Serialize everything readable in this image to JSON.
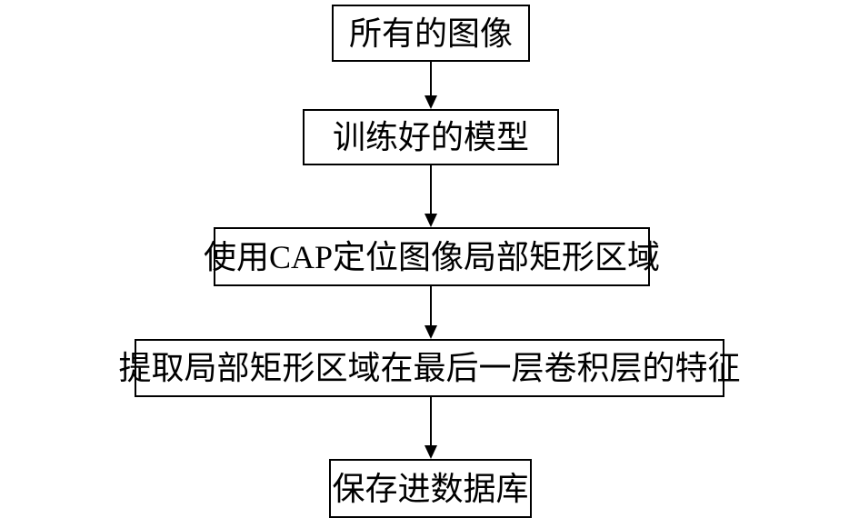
{
  "flowchart": {
    "type": "vertical-flow",
    "colors": {
      "ink": "#000000",
      "background": "#ffffff"
    },
    "nodes": [
      {
        "label": "所有的图像"
      },
      {
        "label": "训练好的模型"
      },
      {
        "label": "使用CAP定位图像局部矩形区域"
      },
      {
        "label": "提取局部矩形区域在最后一层卷积层的特征"
      },
      {
        "label": "保存进数据库"
      }
    ],
    "edges": [
      {
        "from": 0,
        "to": 1,
        "style": "arrow-down"
      },
      {
        "from": 1,
        "to": 2,
        "style": "arrow-down"
      },
      {
        "from": 2,
        "to": 3,
        "style": "arrow-down"
      },
      {
        "from": 3,
        "to": 4,
        "style": "arrow-down"
      }
    ]
  }
}
